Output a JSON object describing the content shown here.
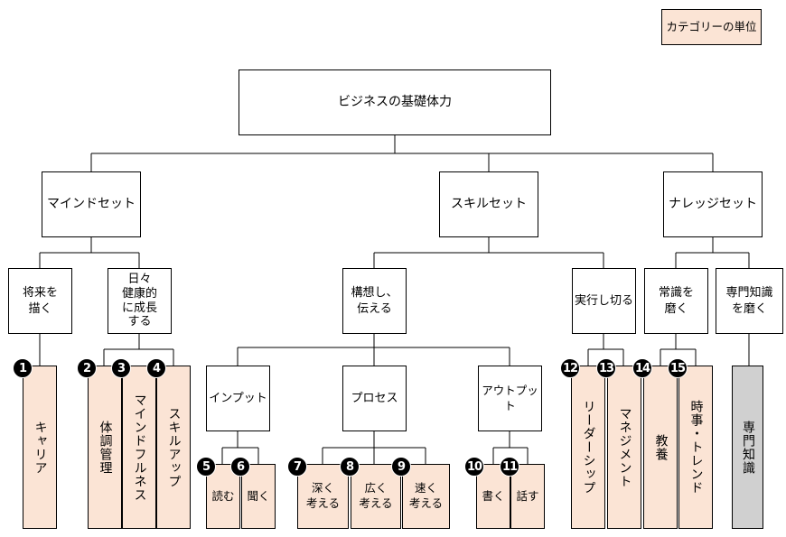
{
  "legend": "カテゴリーの単位",
  "root": "ビジネスの基礎体力",
  "level1": {
    "mind": "マインドセット",
    "skill": "スキルセット",
    "knowledge": "ナレッジセット"
  },
  "level2": {
    "future": "将来を\n描く",
    "health": "日々\n健康的\nに成長\nする",
    "think": "構想し、\n伝える",
    "execute": "実行し切る",
    "common": "常識を\n磨く",
    "expert": "専門知識\nを磨く"
  },
  "level3": {
    "input": "インプット",
    "process": "プロセス",
    "output": "アウトプット"
  },
  "categories": {
    "c1": "キャリア",
    "c2": "体調管理",
    "c3": "マインドフルネス",
    "c4": "スキルアップ",
    "c5": "読む",
    "c6": "聞く",
    "c7": "深く\n考える",
    "c8": "広く\n考える",
    "c9": "速く\n考える",
    "c10": "書く",
    "c11": "話す",
    "c12": "リーダーシップ",
    "c13": "マネジメント",
    "c14": "教養",
    "c15": "時事・トレンド",
    "c16": "専門知識"
  },
  "badges": [
    "1",
    "2",
    "3",
    "4",
    "5",
    "6",
    "7",
    "8",
    "9",
    "10",
    "11",
    "12",
    "13",
    "14",
    "15"
  ]
}
